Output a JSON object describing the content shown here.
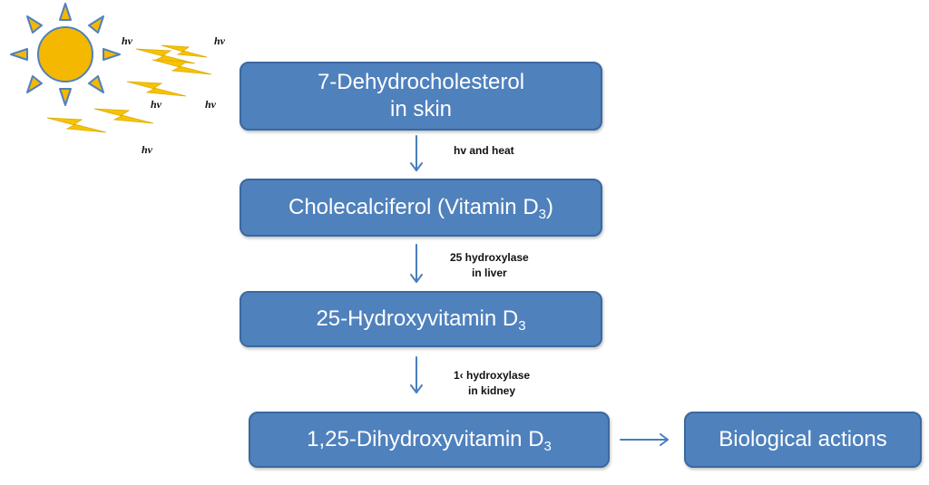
{
  "illustration": {
    "icon": "sun-icon",
    "rays_icon": "lightning-bolt-icon",
    "sun_color": "#f5b800",
    "bolt_color": "#f5c400",
    "hv_labels": [
      "hv",
      "hv",
      "hv",
      "hv",
      "hv"
    ]
  },
  "colors": {
    "box_fill": "#4f81bd",
    "box_border": "#3b689f",
    "arrow": "#4a7ebb",
    "box_text": "#ffffff"
  },
  "steps": [
    {
      "line1": "7-Dehydrocholesterol",
      "line2": "in skin"
    },
    {
      "text": "Cholecalciferol (Vitamin D",
      "sub": "3",
      "after": ")"
    },
    {
      "text": "25-Hydroxyvitamin D",
      "sub": "3"
    },
    {
      "text": "1,25-Dihydroxyvitamin D",
      "sub": "3"
    }
  ],
  "conversions": [
    {
      "line1": "hv and heat"
    },
    {
      "line1": "25 hydroxylase",
      "line2": "in liver"
    },
    {
      "line1": "1‹ hydroxylase",
      "line2": "in kidney"
    }
  ],
  "outcome": {
    "label": "Biological actions"
  }
}
